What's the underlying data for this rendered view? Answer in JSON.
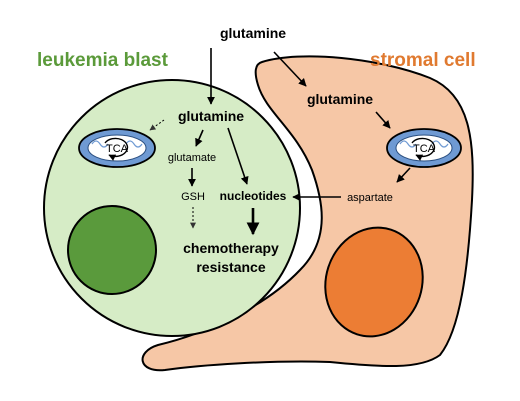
{
  "labels": {
    "leukemia_blast": "leukemia blast",
    "stromal_cell": "stromal cell",
    "glutamine_top": "glutamine",
    "glutamine_blast": "glutamine",
    "glutamine_stromal": "glutamine",
    "glutamate": "glutamate",
    "gsh": "GSH",
    "nucleotides": "nucleotides",
    "aspartate": "aspartate",
    "chemo_line1": "chemotherapy",
    "chemo_line2": "resistance",
    "tca_blast": "TCA",
    "tca_stromal": "TCA"
  },
  "colors": {
    "blast_fill": "#d6ecc6",
    "blast_nucleus": "#5a9a3c",
    "stromal_fill": "#f6c7a6",
    "stromal_nucleus": "#ec7d34",
    "mito_fill": "#6f9ad3",
    "mito_inner": "#ffffff",
    "title_green": "#5b9a3a",
    "title_orange": "#e07a30"
  },
  "icons": [
    "mitochondrion-icon",
    "tca-cycle-arrow-icon"
  ]
}
